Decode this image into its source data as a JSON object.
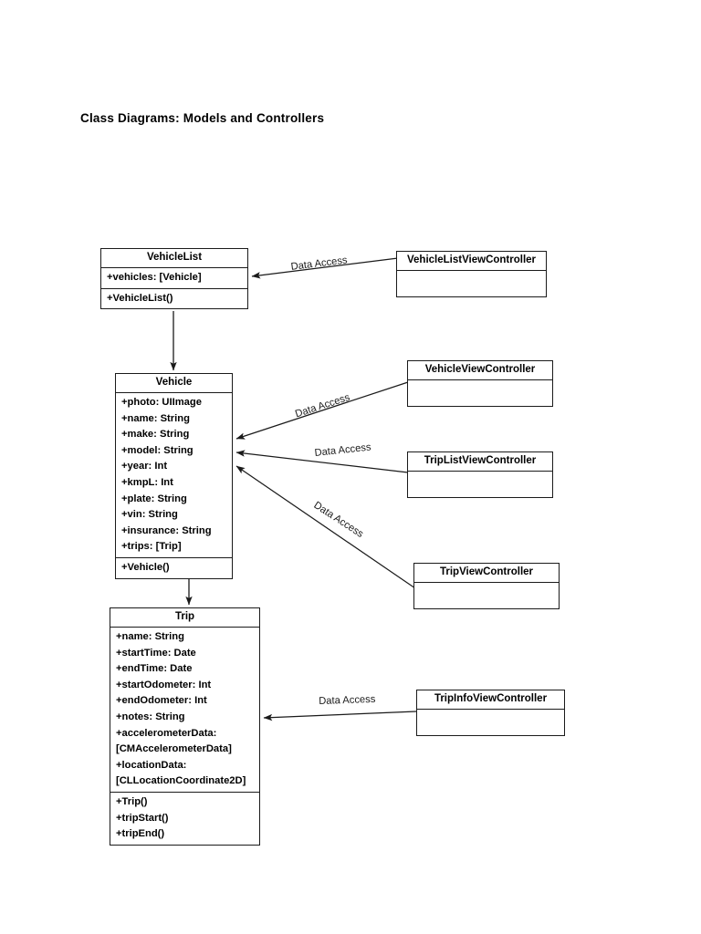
{
  "page": {
    "title": "Class Diagrams: Models and Controllers",
    "background_color": "#ffffff",
    "line_color": "#1a1a1a"
  },
  "diagram": {
    "type": "uml-class-diagram",
    "classes": [
      {
        "id": "vehicle-list",
        "name": "VehicleList",
        "attributes": [
          "+vehicles: [Vehicle]"
        ],
        "methods": [
          "+VehicleList()"
        ]
      },
      {
        "id": "vehicle",
        "name": "Vehicle",
        "attributes": [
          "+photo: UIImage",
          "+name: String",
          "+make: String",
          "+model: String",
          "+year: Int",
          "+kmpL: Int",
          "+plate: String",
          "+vin: String",
          "+insurance: String",
          "+trips: [Trip]"
        ],
        "methods": [
          "+Vehicle()"
        ]
      },
      {
        "id": "trip",
        "name": "Trip",
        "attributes": [
          "+name: String",
          "+startTime: Date",
          "+endTime: Date",
          "+startOdometer: Int",
          "+endOdometer: Int",
          "+notes: String",
          "+accelerometerData:",
          "[CMAccelerometerData]",
          "+locationData:",
          "[CLLocationCoordinate2D]"
        ],
        "methods": [
          "+Trip()",
          "+tripStart()",
          "+tripEnd()"
        ]
      },
      {
        "id": "vehicle-list-view-controller",
        "name": "VehicleListViewController",
        "attributes": [],
        "methods": []
      },
      {
        "id": "vehicle-view-controller",
        "name": "VehicleViewController",
        "attributes": [],
        "methods": []
      },
      {
        "id": "trip-list-view-controller",
        "name": "TripListViewController",
        "attributes": [],
        "methods": []
      },
      {
        "id": "trip-view-controller",
        "name": "TripViewController",
        "attributes": [],
        "methods": []
      },
      {
        "id": "trip-info-view-controller",
        "name": "TripInfoViewController",
        "attributes": [],
        "methods": []
      }
    ],
    "edges": [
      {
        "id": "edge-1",
        "from": "vehicle-list",
        "to": "vehicle",
        "label": ""
      },
      {
        "id": "edge-2",
        "from": "vehicle",
        "to": "trip",
        "label": ""
      },
      {
        "id": "edge-3",
        "from": "vehicle-list-view-controller",
        "to": "vehicle-list",
        "label": "Data Access"
      },
      {
        "id": "edge-4",
        "from": "vehicle-view-controller",
        "to": "vehicle",
        "label": "Data Access"
      },
      {
        "id": "edge-5",
        "from": "trip-list-view-controller",
        "to": "vehicle",
        "label": "Data Access"
      },
      {
        "id": "edge-6",
        "from": "trip-view-controller",
        "to": "vehicle",
        "label": "Data Access"
      },
      {
        "id": "edge-7",
        "from": "trip-info-view-controller",
        "to": "trip",
        "label": "Data Access"
      }
    ]
  }
}
